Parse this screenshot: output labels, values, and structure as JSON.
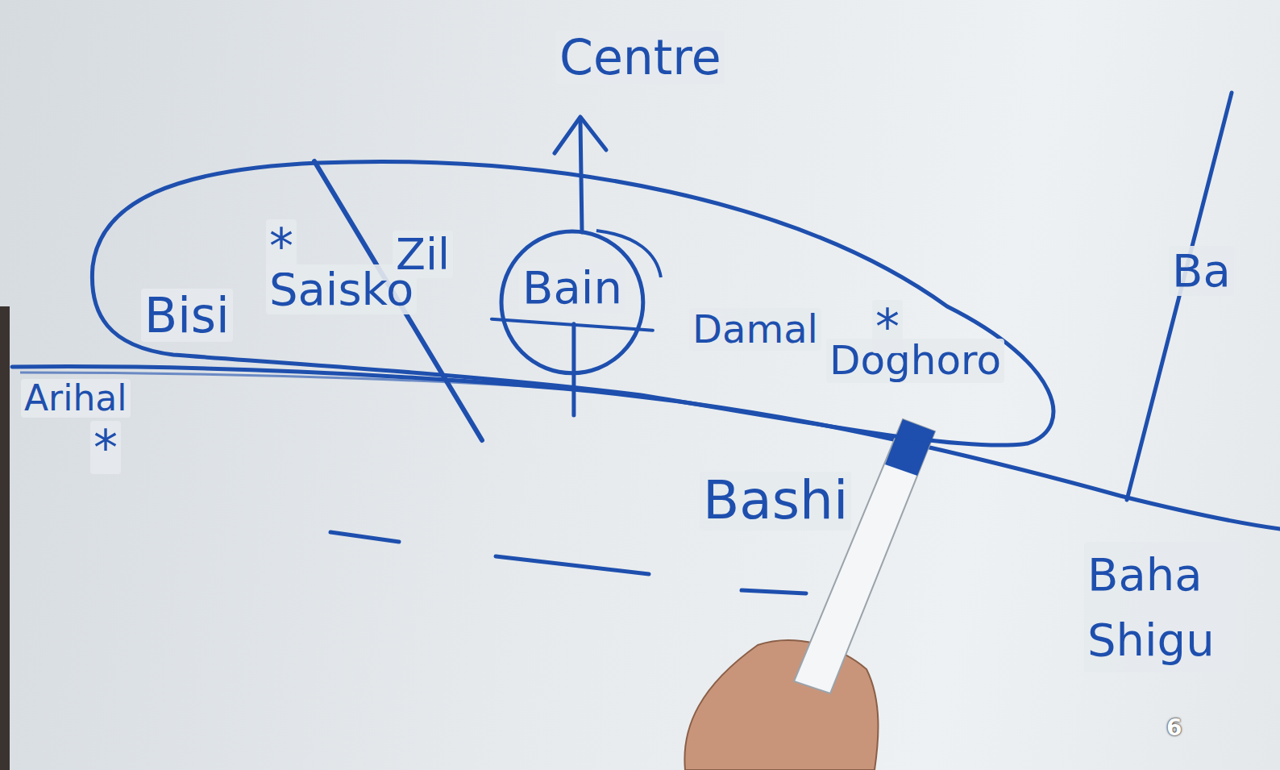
{
  "diagram": {
    "nodes": [
      {
        "text": [
          "Bisi",
          "Saisko",
          "Zil",
          "Damal",
          "Doghoro"
        ]
      },
      {
        "text": [
          "Bain"
        ],
        "in": 0
      }
    ],
    "labels": [
      "Centre",
      "*",
      "*",
      "Arihal",
      "*",
      "Bashi",
      "Baha Shigu",
      "Ba",
      "6"
    ]
  }
}
